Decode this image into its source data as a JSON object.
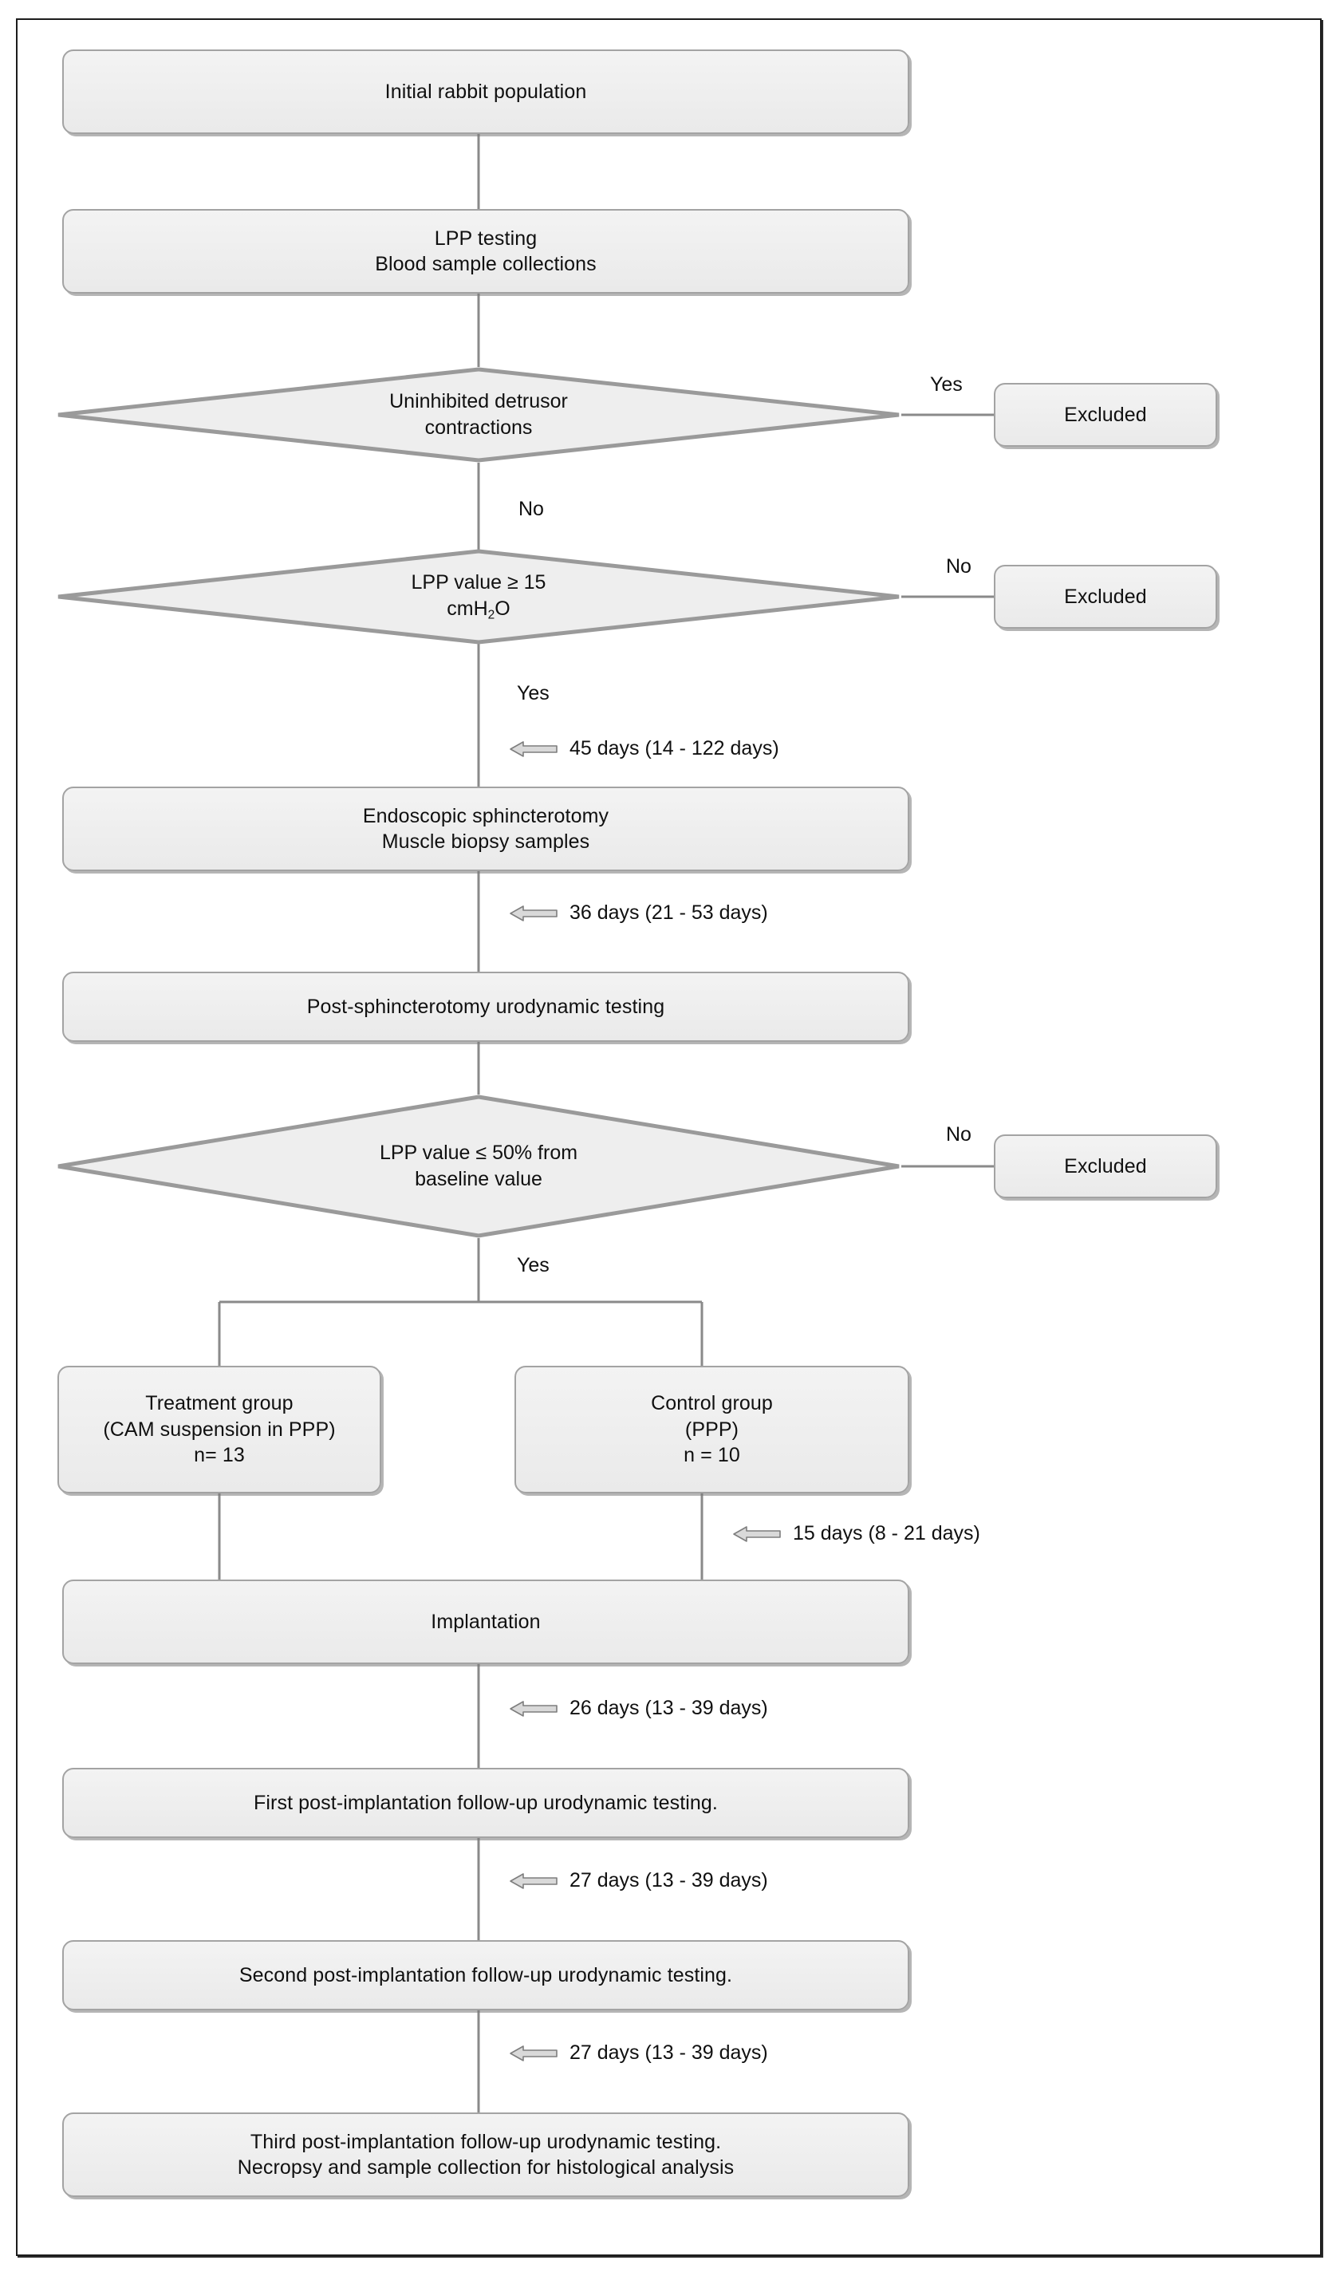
{
  "figure": {
    "type": "flowchart",
    "title": "Rabbit study experimental flow"
  },
  "nodes": {
    "initial_population": {
      "label": "Initial rabbit population"
    },
    "lpp_testing": {
      "line1": "LPP testing",
      "line2": "Blood sample collections"
    },
    "decision_detrusor": {
      "line1": "Uninhibited detrusor",
      "line2": "contractions"
    },
    "decision_lpp15": {
      "line1": "LPP value ≥ 15",
      "line2_pre": "cmH",
      "line2_sub": "2",
      "line2_post": "O"
    },
    "sphincterotomy": {
      "line1": "Endoscopic sphincterotomy",
      "line2": "Muscle biopsy samples"
    },
    "post_sphincterotomy": {
      "label": "Post-sphincterotomy urodynamic testing"
    },
    "decision_lpp50": {
      "line1": "LPP value ≤ 50% from",
      "line2": "baseline value"
    },
    "treatment_group": {
      "line1": "Treatment group",
      "line2": "(CAM suspension in PPP)",
      "line3": "n= 13"
    },
    "control_group": {
      "line1": "Control group",
      "line2": "(PPP)",
      "line3": "n = 10"
    },
    "implantation": {
      "label": "Implantation"
    },
    "followup_first": {
      "label": "First post-implantation follow-up urodynamic testing."
    },
    "followup_second": {
      "label": "Second post-implantation follow-up urodynamic testing."
    },
    "followup_third": {
      "line1": "Third post-implantation follow-up urodynamic testing.",
      "line2": "Necropsy and sample collection for histological analysis"
    },
    "excluded_1": {
      "label": "Excluded"
    },
    "excluded_2": {
      "label": "Excluded"
    },
    "excluded_3": {
      "label": "Excluded"
    }
  },
  "edge_labels": {
    "detrusor_yes": "Yes",
    "detrusor_no": "No",
    "lpp15_no": "No",
    "lpp15_yes": "Yes",
    "lpp50_no": "No",
    "lpp50_yes": "Yes"
  },
  "intervals": {
    "to_sphincterotomy": "45 days (14 - 122 days)",
    "to_post_sphincterotomy": "36 days (21 - 53 days)",
    "to_implantation": "15 days (8 - 21 days)",
    "to_followup_first": "26 days (13 - 39 days)",
    "to_followup_second": "27 days (13 - 39 days)",
    "to_followup_third": "27 days (13 - 39 days)"
  },
  "colors": {
    "box_fill": "#efefef",
    "box_border": "#a3a3a3",
    "connector": "#8a8a8a",
    "frame": "#1c1c1c",
    "text": "#101010"
  }
}
